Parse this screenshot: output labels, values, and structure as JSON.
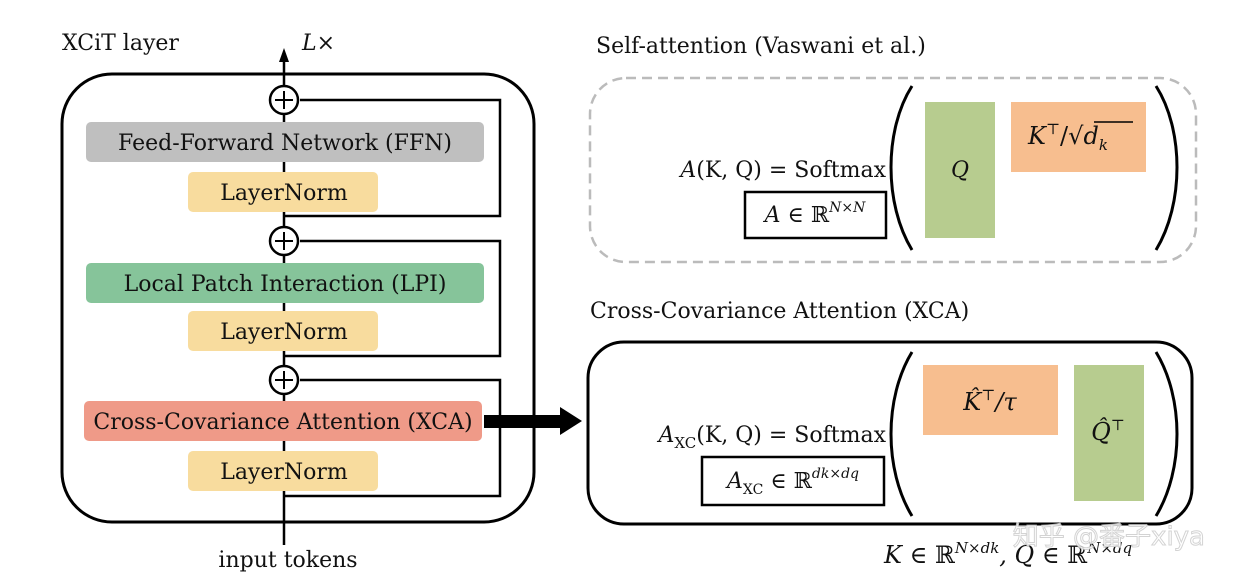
{
  "left": {
    "title": "XCiT layer",
    "repeat": "L×",
    "input": "input tokens",
    "blocks": {
      "ffn": "Feed-Forward Network (FFN)",
      "ln_top": "LayerNorm",
      "lpi": "Local Patch Interaction (LPI)",
      "ln_mid": "LayerNorm",
      "xca": "Cross-Covariance Attention (XCA)",
      "ln_bot": "LayerNorm"
    },
    "colors": {
      "ffn": "#bfbfbf",
      "layernorm": "#f8dc9e",
      "lpi": "#86c49a",
      "xca": "#ef9a88"
    }
  },
  "sa": {
    "title": "Self-attention (Vaswani et al.)",
    "lhs": "A(K, Q) = Softmax",
    "lhs_A": "A",
    "lhs_args": "(K, Q) = Softmax",
    "box_A": "A",
    "box_in": " ∈ ℝ",
    "box_sup": "N×N",
    "q": "Q",
    "k_main": "K",
    "k_sup": "⊤",
    "k_slash": "/√",
    "k_d": "d",
    "k_d_sub": "k",
    "colors": {
      "q": "#b7cc8f",
      "k": "#f7be8f"
    }
  },
  "xca": {
    "title": "Cross-Covariance Attention (XCA)",
    "lhs_A": "A",
    "lhs_sub": "XC",
    "lhs_args": "(K, Q) = Softmax",
    "box_A": "A",
    "box_sub": "XC",
    "box_in": " ∈ ℝ",
    "box_sup": "dk×dq",
    "k_hat": "K̂",
    "k_sup": "⊤",
    "k_tau": "/τ",
    "q_hat": "Q̂",
    "q_sup": "⊤",
    "colors": {
      "k": "#f7be8f",
      "q": "#b7cc8f"
    }
  },
  "footer": {
    "kq": "K ∈ ℝN×dk, Q ∈ ℝN×dq",
    "k": "K",
    "in": " ∈ ℝ",
    "k_sup": "N×dk",
    "q": ", Q",
    "q_sup": "N×dq"
  },
  "watermark": "知乎 @番子xiya"
}
